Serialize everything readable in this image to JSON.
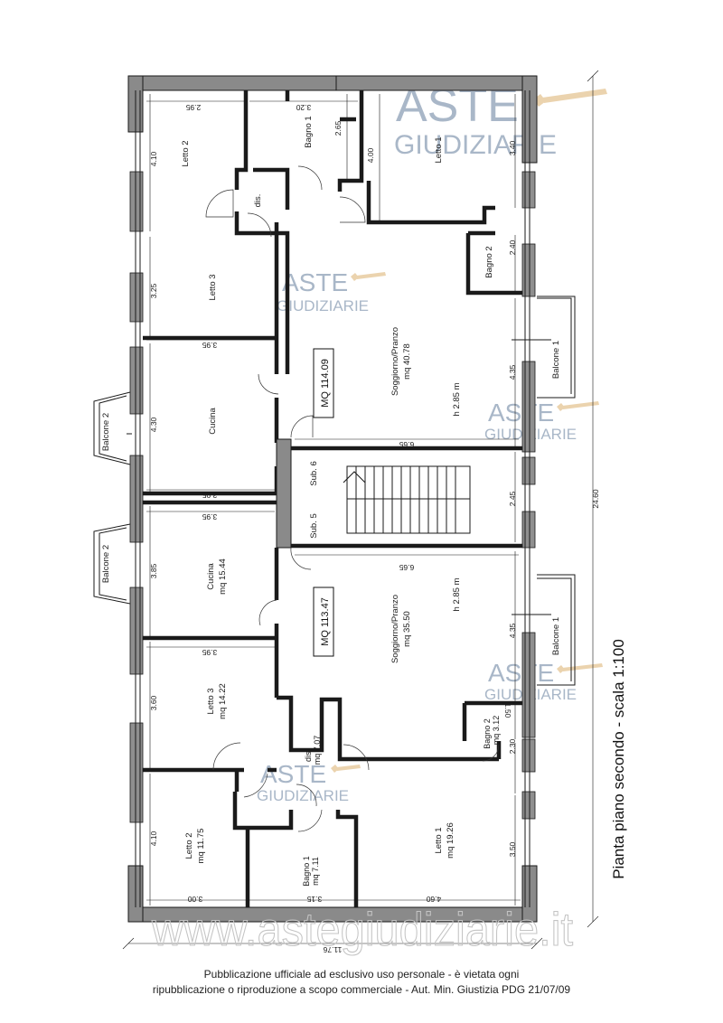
{
  "plan": {
    "title": "Pianta piano secondo - scala 1:100",
    "total_height": "24.60",
    "total_width": "11.76"
  },
  "upper_unit": {
    "area": "MQ 114.09",
    "rooms": {
      "letto2": "Letto 2",
      "bagno1": "Bagno 1",
      "letto1": "Letto 1",
      "dis": "dis.",
      "bagno2": "Bagno 2",
      "letto3": "Letto 3",
      "soggiorno": "Soggiorno/Pranzo",
      "soggiorno_mq": "mq 40.78",
      "height": "h 2.85 m",
      "balcone1": "Balcone 1",
      "cucina": "Cucina",
      "balcone2": "Balcone 2"
    },
    "dims": {
      "d295": "2.95",
      "d320": "3.20",
      "d410": "4.10",
      "d265": "2.65",
      "d400": "4.00",
      "d340": "3.40",
      "d240": "2.40",
      "d325": "3.25",
      "d395a": "3.95",
      "d435": "4.35",
      "d430": "4.30",
      "d665": "6.65",
      "d395b": "3.95"
    }
  },
  "stair": {
    "sub6": "Sub. 6",
    "sub5": "Sub. 5",
    "d245": "2.45"
  },
  "lower_unit": {
    "area": "MQ 113.47",
    "rooms": {
      "balcone2": "Balcone 2",
      "cucina": "Cucina",
      "cucina_mq": "mq 15.44",
      "soggiorno": "Soggiorno/Pranzo",
      "soggiorno_mq": "mq 35.50",
      "height": "h 2.85 m",
      "balcone1": "Balcone 1",
      "letto3": "Letto 3",
      "letto3_mq": "mq 14.22",
      "dis": "dis.",
      "dis_mq": "mq 7.07",
      "bagno2": "Bagno 2",
      "bagno2_mq": "mq 3.12",
      "letto2": "Letto 2",
      "letto2_mq": "mq 11.75",
      "bagno1": "Bagno 1",
      "bagno1_mq": "mq 7.11",
      "letto1": "Letto 1",
      "letto1_mq": "mq 19.26"
    },
    "dims": {
      "d395a": "3.95",
      "d385": "3.85",
      "d665": "6.65",
      "d435": "4.35",
      "d395b": "3.95",
      "d360": "3.60",
      "d150": "1.50",
      "d230": "2.30",
      "d410": "4.10",
      "d350": "3.50",
      "d300": "3.00",
      "d315": "3.15",
      "d460": "4.60"
    }
  },
  "watermarks": {
    "aste": "ASTE",
    "giudiziarie": "GIUDIZIARIE",
    "site": "www.astegiudiziarie.it"
  },
  "footer": {
    "line1": "Pubblicazione ufficiale ad esclusivo uso personale - è vietata ogni",
    "line2": "ripubblicazione o riproduzione a scopo commerciale - Aut. Min. Giustizia PDG 21/07/09"
  }
}
